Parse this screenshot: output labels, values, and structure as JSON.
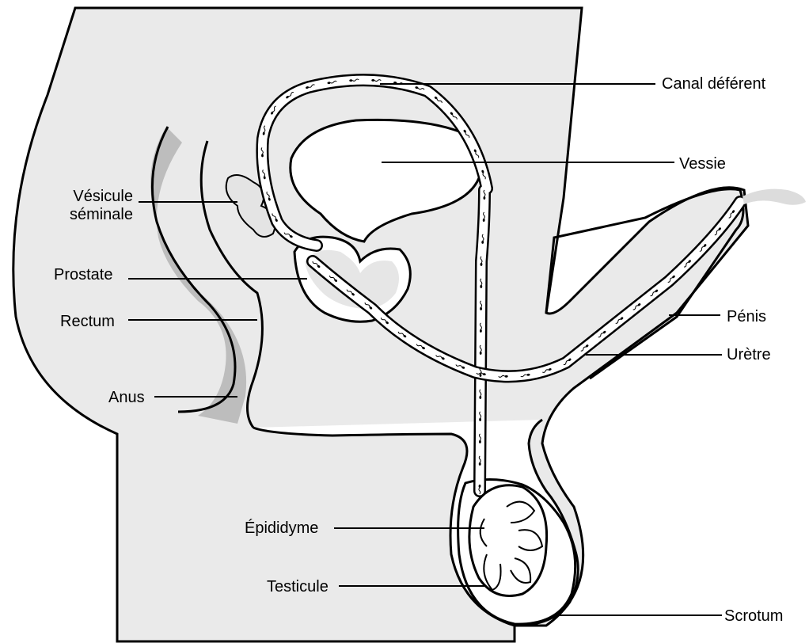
{
  "labels": {
    "canal_deferent": "Canal déférent",
    "vessie": "Vessie",
    "vesicule_seminale_line1": "Vésicule",
    "vesicule_seminale_line2": "séminale",
    "prostate": "Prostate",
    "rectum": "Rectum",
    "anus": "Anus",
    "penis": "Pénis",
    "uretre": "Urètre",
    "epididyme": "Épididyme",
    "testicule": "Testicule",
    "scrotum": "Scrotum"
  },
  "colors": {
    "outline": "#000000",
    "rectum_fill": "#bfbfbf",
    "tissue_fill": "#e8e8e8",
    "background": "#ffffff"
  }
}
